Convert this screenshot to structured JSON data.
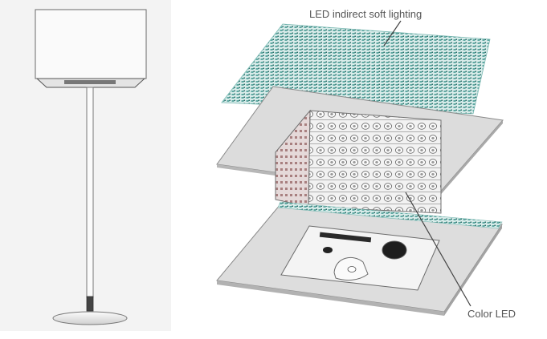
{
  "labels": {
    "led_indirect": "LED indirect soft lighting",
    "color_led": "Color LED"
  },
  "parts": [
    {
      "name": "floor-lamp",
      "description_icon": "lamp-icon"
    },
    {
      "name": "led-strip-panel",
      "description_icon": "led-strip-icon"
    },
    {
      "name": "top-cover-plate",
      "description_icon": "plate-icon"
    },
    {
      "name": "color-led-cube",
      "description_icon": "led-matrix-icon"
    },
    {
      "name": "base-housing",
      "description_icon": "housing-icon"
    }
  ],
  "colors": {
    "background": "#ffffff",
    "left_panel": "#f3f3f3",
    "plate": "#dcdcdc",
    "plate_edge": "#8a8a8a",
    "led_teal": "#6fb3ad",
    "led_cube_face": "#e6e6e6",
    "led_side": "#b9a3a3",
    "label_text": "#555555",
    "leader_line": "#444444"
  }
}
